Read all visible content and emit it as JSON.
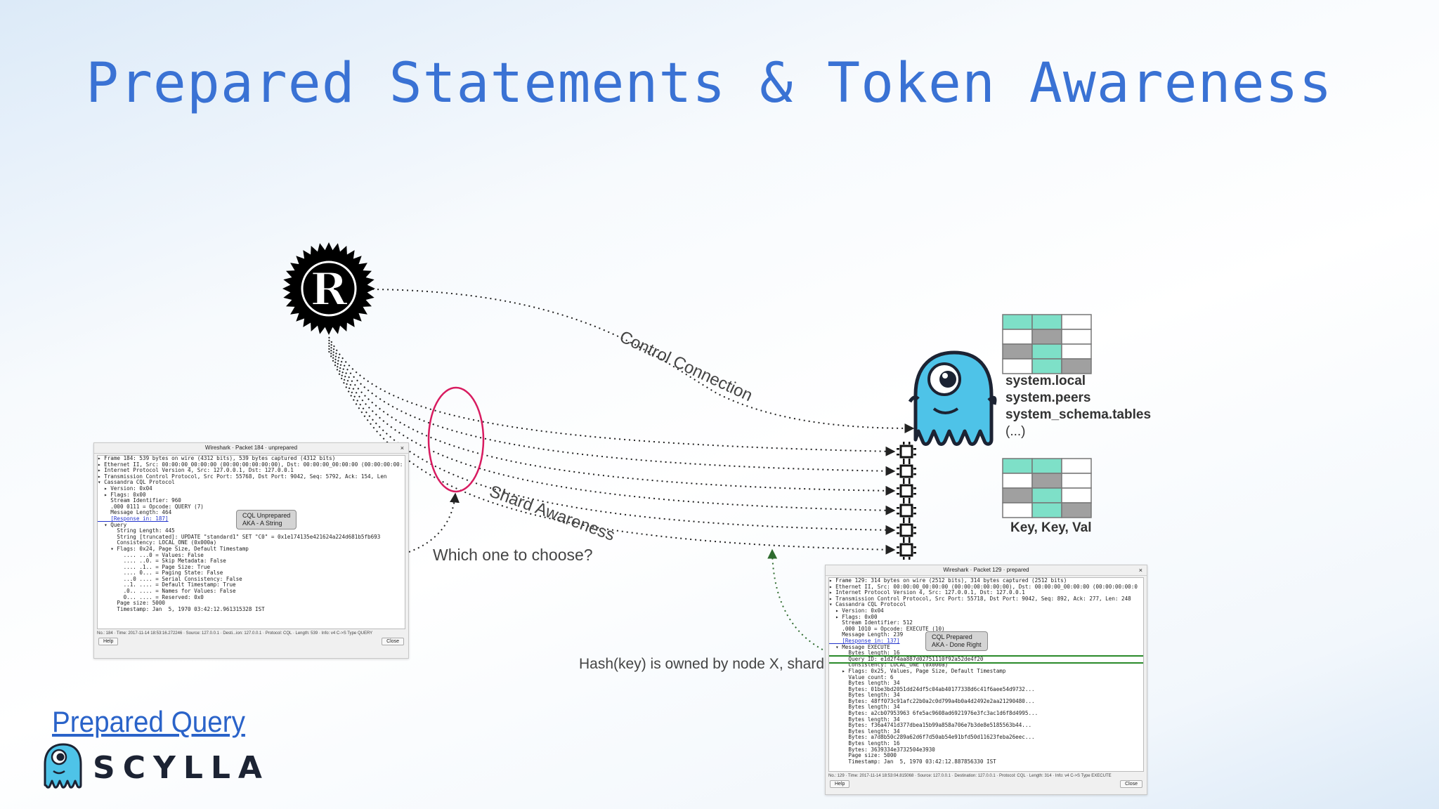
{
  "slide": {
    "title": "Prepared Statements & Token Awareness",
    "link_text": "Prepared Query",
    "brand": "SCYLLA"
  },
  "diagram": {
    "labels": {
      "control_connection": "Control Connection",
      "shard_awareness": "Shard Awareness",
      "which_one": "Which one to choose?",
      "hash_key": "Hash(key) is owned by node X, shard Y"
    },
    "system_tables": [
      "system.local",
      "system.peers",
      "system_schema.tables",
      "(...)"
    ],
    "kv_label": "Key, Key, Val",
    "colors": {
      "teal": "#7ee0c8",
      "gray": "#a0a0a0",
      "title_blue": "#3a72d4",
      "ellipse": "#d81b60",
      "mascot": "#4ec3e8"
    }
  },
  "wireshark_unprepared": {
    "title": "Wireshark · Packet 184 · unprepared",
    "close": "×",
    "lines": [
      "▸ Frame 184: 539 bytes on wire (4312 bits), 539 bytes captured (4312 bits)",
      "▸ Ethernet II, Src: 00:00:00_00:00:00 (00:00:00:00:00:00), Dst: 00:00:00_00:00:00 (00:00:00:00:",
      "▸ Internet Protocol Version 4, Src: 127.0.0.1, Dst: 127.0.0.1",
      "▸ Transmission Control Protocol, Src Port: 55768, Dst Port: 9042, Seq: 5792, Ack: 154, Len",
      "▾ Cassandra CQL Protocol",
      "  ▸ Version: 0x04",
      "  ▸ Flags: 0x00",
      "    Stream Identifier: 960",
      "    .000 0111 = Opcode: QUERY (7)",
      "    Message Length: 464",
      "    [Response in: 187]",
      "  ▾ Query",
      "      String Length: 445",
      "      String [truncated]: UPDATE \"standard1\" SET \"C0\" = 0x1e174135e421624a224d681b5fb693",
      "      Consistency: LOCAL_ONE (0x000a)",
      "    ▾ Flags: 0x24, Page Size, Default Timestamp",
      "        .... ...0 = Values: False",
      "        .... ..0. = Skip Metadata: False",
      "        .... .1.. = Page Size: True",
      "        .... 0... = Paging State: False",
      "        ...0 .... = Serial Consistency: False",
      "        ..1. .... = Default Timestamp: True",
      "        .0.. .... = Names for Values: False",
      "        0... .... = Reserved: 0x0",
      "      Page size: 5000",
      "      Timestamp: Jan  5, 1970 03:42:12.961315328 IST"
    ],
    "status": "No.: 184 · Time: 2017-11-14 18:53:16.272246 · Source: 127.0.0.1 · Desti...ion: 127.0.0.1 · Protocol: CQL · Length: 539 · Info: v4 C->S Type QUERY",
    "help": "Help",
    "close_btn": "Close",
    "callout": [
      "CQL Unprepared",
      "AKA - A String"
    ]
  },
  "wireshark_prepared": {
    "title": "Wireshark · Packet 129 · prepared",
    "close": "×",
    "lines": [
      "▸ Frame 129: 314 bytes on wire (2512 bits), 314 bytes captured (2512 bits)",
      "▸ Ethernet II, Src: 00:00:00_00:00:00 (00:00:00:00:00:00), Dst: 00:00:00_00:00:00 (00:00:00:00:0",
      "▸ Internet Protocol Version 4, Src: 127.0.0.1, Dst: 127.0.0.1",
      "▸ Transmission Control Protocol, Src Port: 55718, Dst Port: 9042, Seq: 892, Ack: 277, Len: 248",
      "▾ Cassandra CQL Protocol",
      "  ▸ Version: 0x04",
      "  ▸ Flags: 0x00",
      "    Stream Identifier: 512",
      "    .000 1010 = Opcode: EXECUTE (10)",
      "    Message Length: 239",
      "    [Response in: 137]",
      "  ▾ Message EXECUTE",
      "      Bytes length: 16",
      "      Query ID: e1d2f4aa887d02751110f92a52de4f20",
      "      Consistency: LOCAL_ONE (0x000a)",
      "    ▸ Flags: 0x25, Values, Page Size, Default Timestamp",
      "      Value count: 6",
      "      Bytes length: 34",
      "      Bytes: 01be3bd2051dd24df5c04ab40177338d6c41f6aee54d9732...",
      "      Bytes length: 34",
      "      Bytes: 48ff073c91afc22b0a2c0d799a4b0a4d2492e2aa21290480...",
      "      Bytes length: 34",
      "      Bytes: a2cb07953963 6fe5ac9608ad6921976e3fc3ac1d6f8d4995...",
      "      Bytes length: 34",
      "      Bytes: f36a4741d377dbea15b99a858a706e7b3de8e5185563b44...",
      "      Bytes length: 34",
      "      Bytes: a7d8b50c289a62d6f7d50ab54e91bfd50d11623feba26eec...",
      "      Bytes length: 16",
      "      Bytes: 3639334e3732504e3930",
      "      Page size: 5000",
      "      Timestamp: Jan  5, 1970 03:42:12.887856330 IST"
    ],
    "status": "No.: 129 · Time: 2017-11-14 18:53:04.815068 · Source: 127.0.0.1 · Destination: 127.0.0.1 · Protocol: CQL · Length: 314 · Info: v4 C->S Type EXECUTE",
    "help": "Help",
    "close_btn": "Close",
    "callout": [
      "CQL Prepared",
      "AKA - Done Right"
    ]
  }
}
